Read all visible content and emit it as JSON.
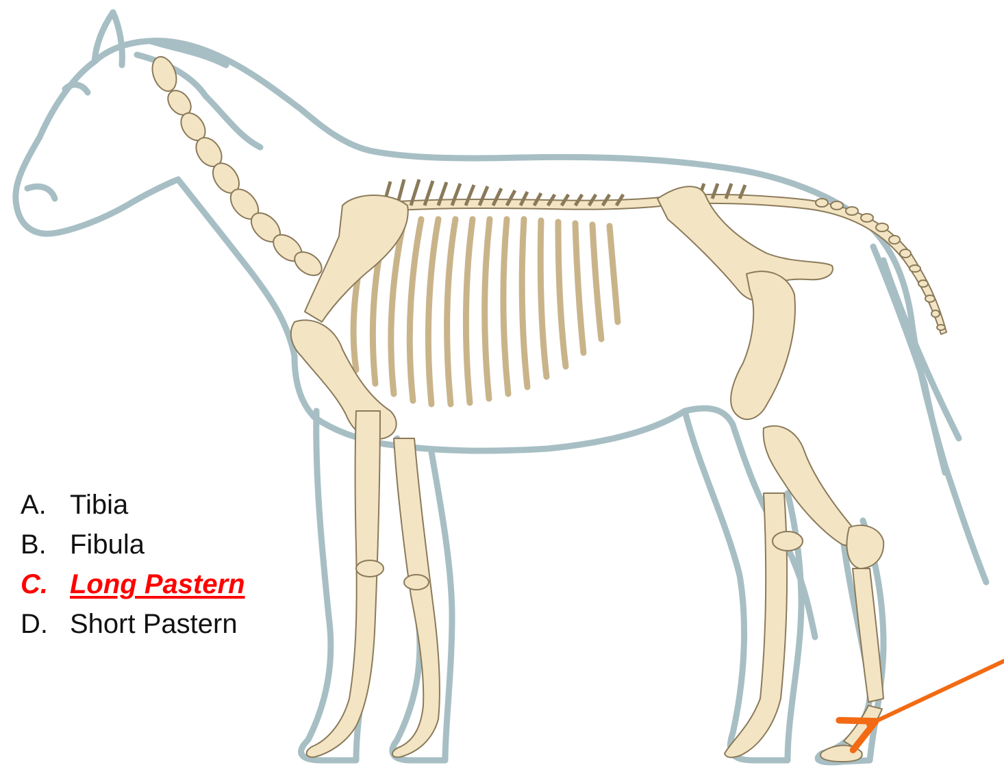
{
  "diagram": {
    "outline_color": "#a7bfc4",
    "bone_fill": "#f3e4c4",
    "bone_stroke": "#8a7a5a",
    "arrow_color": "#f26a13",
    "pointer_target": "long-pastern-bone"
  },
  "answers": {
    "items": [
      {
        "letter": "A.",
        "text": "Tibia",
        "selected": false
      },
      {
        "letter": "B.",
        "text": "Fibula",
        "selected": false
      },
      {
        "letter": "C.",
        "text": "Long Pastern",
        "selected": true
      },
      {
        "letter": "D.",
        "text": "Short Pastern",
        "selected": false
      }
    ],
    "selected_color": "#ff0000"
  }
}
